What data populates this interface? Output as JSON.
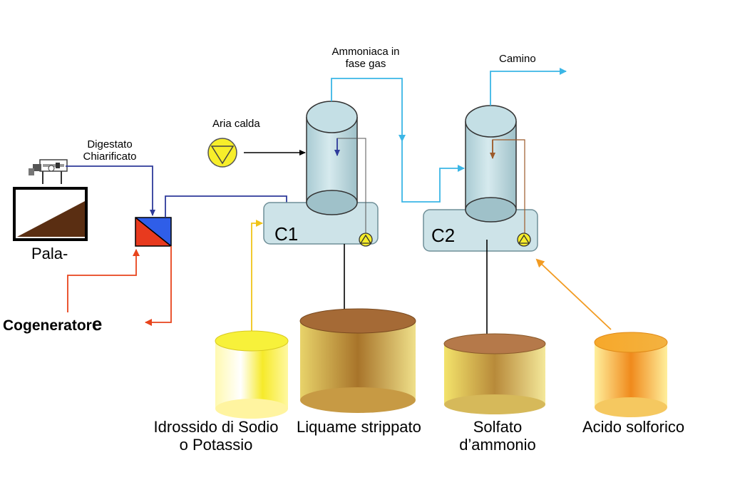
{
  "labels": {
    "digestato": "Digestato\nChiarificato",
    "pala": "Pala-",
    "cogeneratore_main": "Cogenerator",
    "cogeneratore_end": "e",
    "aria_calda": "Aria calda",
    "ammoniaca": "Ammoniaca in\nfase gas",
    "camino": "Camino",
    "c1": "C1",
    "c2": "C2",
    "idrossido": "Idrossido di Sodio\no Potassio",
    "liquame": "Liquame strippato",
    "solfato": "Solfato\nd’ammonio",
    "acido": "Acido solforico"
  },
  "colors": {
    "dark_blue": "#2e3a9a",
    "light_blue": "#3bb6e6",
    "red": "#e8441c",
    "yellow": "#f0c419",
    "orange": "#f29b22",
    "brown": "#9c5a2a",
    "vessel_fill": "#cde3e8",
    "vessel_stroke": "#6f8f98",
    "soil": "#5a2e12"
  },
  "icons": [
    "screw-press-icon",
    "fan-icon",
    "pump-icon",
    "heat-exchanger-icon",
    "bin-icon"
  ]
}
